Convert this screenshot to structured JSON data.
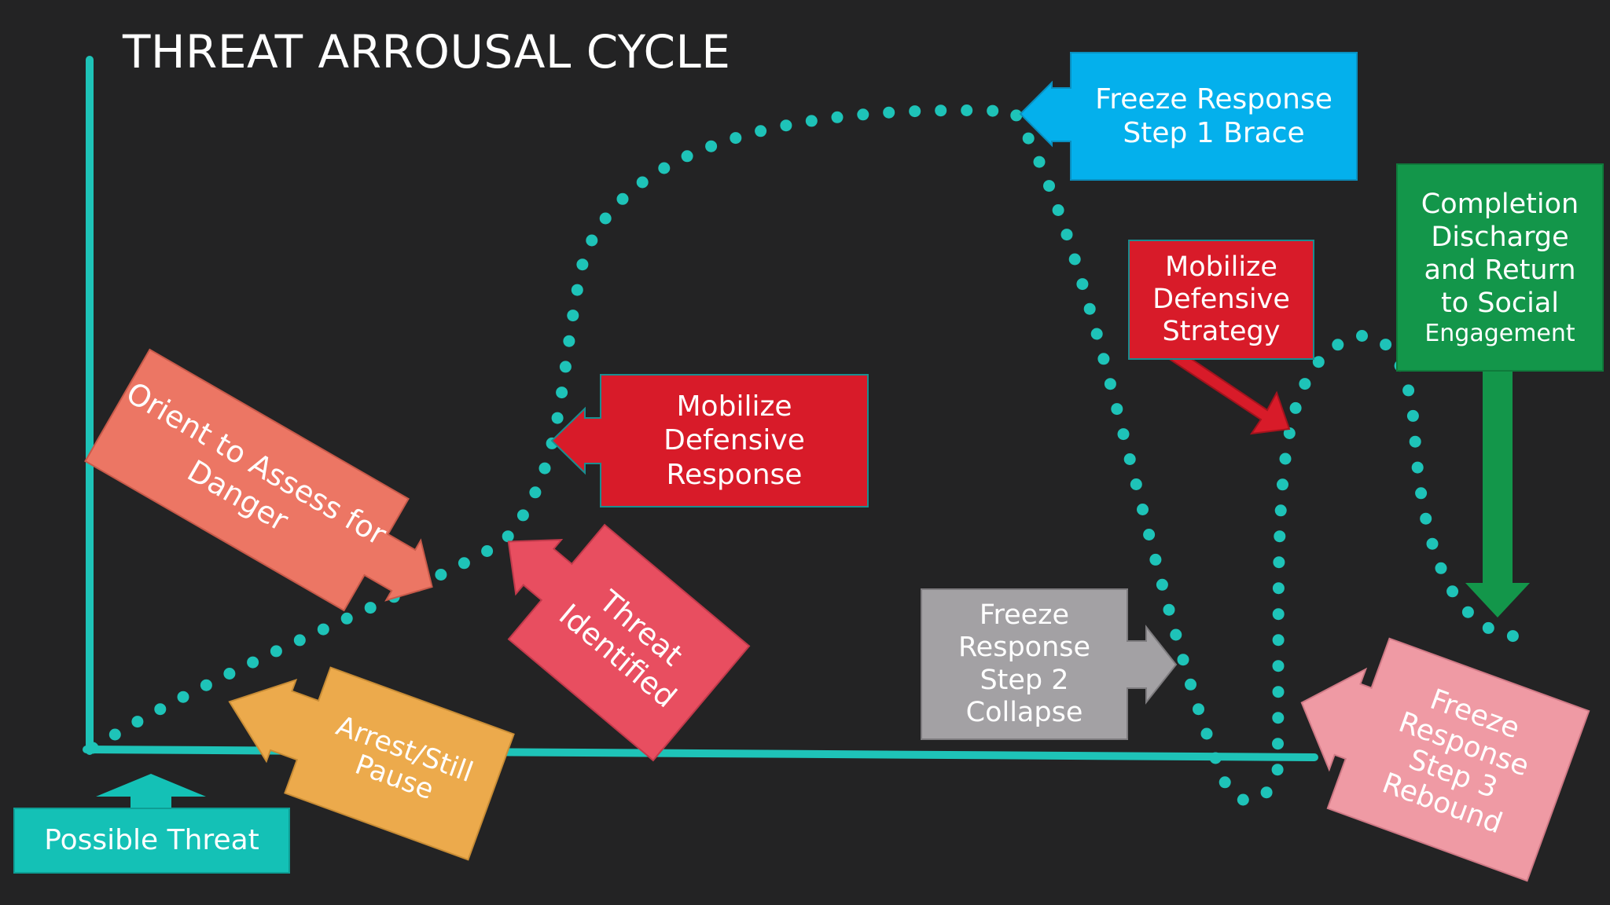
{
  "title": "THREAT ARROUSAL CYCLE",
  "colors": {
    "background": "#232324",
    "axis": "#1ec3b8",
    "possible_threat": "#14c1b6",
    "arrest": "#ecaa4c",
    "orient": "#ec7664",
    "threat_identified": "#e84e60",
    "mobilize_response": "#d81b29",
    "freeze_step1": "#04b0ec",
    "freeze_step2": "#a3a1a4",
    "mobilize_strategy": "#d81b29",
    "completion": "#13964a",
    "freeze_step3": "#ef9aa4"
  },
  "labels": {
    "possible_threat": "Possible Threat",
    "arrest": [
      "Arrest/Still",
      "Pause"
    ],
    "orient": [
      "Orient to Assess for",
      "Danger"
    ],
    "threat_identified": [
      "Threat",
      "Identified"
    ],
    "mobilize_response": [
      "Mobilize",
      "Defensive",
      "Response"
    ],
    "freeze_step1": [
      "Freeze Response",
      "Step 1 Brace"
    ],
    "freeze_step2": [
      "Freeze",
      "Response",
      "Step 2",
      "Collapse"
    ],
    "mobilize_strategy": [
      "Mobilize",
      "Defensive",
      "Strategy"
    ],
    "completion": [
      "Completion",
      "Discharge",
      "and Return",
      "to Social",
      "Engagement"
    ],
    "freeze_step3": [
      "Freeze",
      "Response",
      "Step 3",
      "Rebound"
    ]
  }
}
